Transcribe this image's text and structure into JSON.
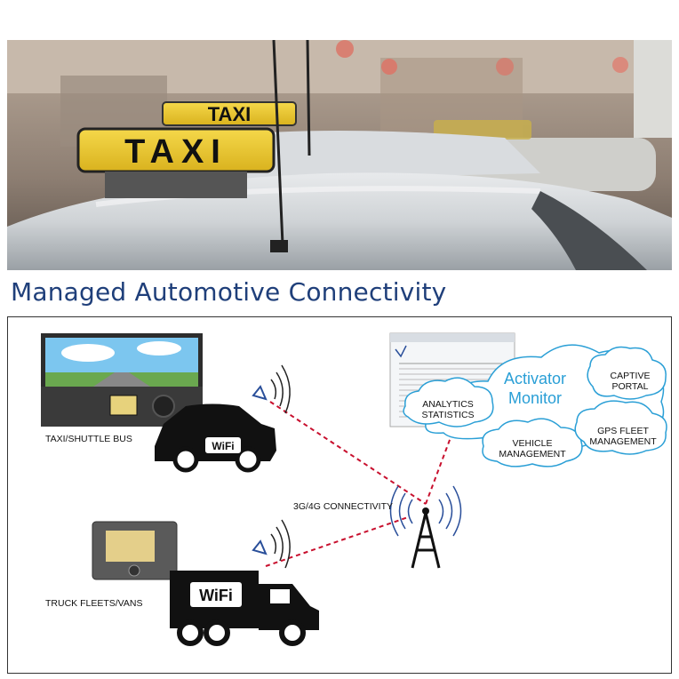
{
  "headline": "Managed Automotive Connectivity",
  "photo": {
    "sign_text": "TAXI"
  },
  "diagram": {
    "taxi_label": "TAXI/SHUTTLE BUS",
    "truck_label": "TRUCK FLEETS/VANS",
    "connectivity_label": "3G/4G CONNECTIVITY",
    "wifi_badge": "WiFi",
    "clouds": {
      "title_line1": "Activator",
      "title_line2": "Monitor",
      "analytics_line1": "ANALYTICS",
      "analytics_line2": "STATISTICS",
      "captive_line1": "CAPTIVE",
      "captive_line2": "PORTAL",
      "vehicle_line1": "VEHICLE",
      "vehicle_line2": "MANAGEMENT",
      "gps_line1": "GPS FLEET",
      "gps_line2": "MANAGEMENT"
    }
  },
  "colors": {
    "headline": "#1f3f7a",
    "cloud_stroke": "#2a9fd6",
    "link": "#c8102e",
    "logo": "#2a4f9a"
  }
}
